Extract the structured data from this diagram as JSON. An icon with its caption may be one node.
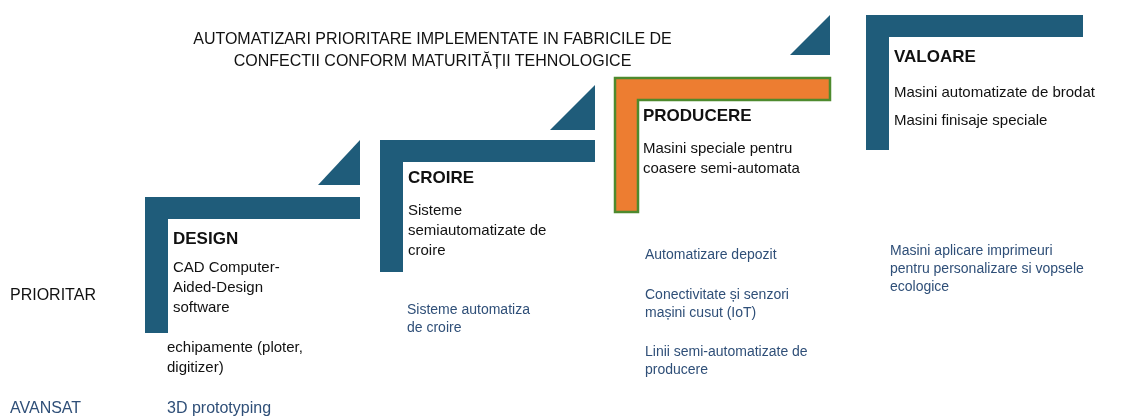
{
  "diagram": {
    "title": "AUTOMATIZARI PRIORITARE IMPLEMENTATE IN FABRICILE DE CONFECTII CONFORM MATURITĂȚII TEHNOLOGICE",
    "nodes": [
      {
        "text": [
          "DESIGN",
          "CAD Computer-Aided-Design software",
          "echipamente (ploter, digitizer)"
        ]
      },
      {
        "text": [
          "CROIRE",
          "Sisteme semiautomatizate de croire"
        ]
      },
      {
        "text": [
          "PRODUCERE",
          "Masini speciale pentru coasere semi-automata"
        ]
      },
      {
        "text": [
          "VALOARE",
          "Masini automatizate de brodat",
          "Masini finisaje speciale"
        ]
      }
    ],
    "labels": [
      "PRIORITAR",
      "AVANSAT",
      "3D prototyping",
      "Sisteme automatiza de croire",
      "Automatizare depozit",
      "Conectivitate și senzori mașini cusut (IoT)",
      "Linii semi-automatizate de producere",
      "Masini aplicare imprimeuri pentru personalizare si vopsele ecologice"
    ]
  }
}
